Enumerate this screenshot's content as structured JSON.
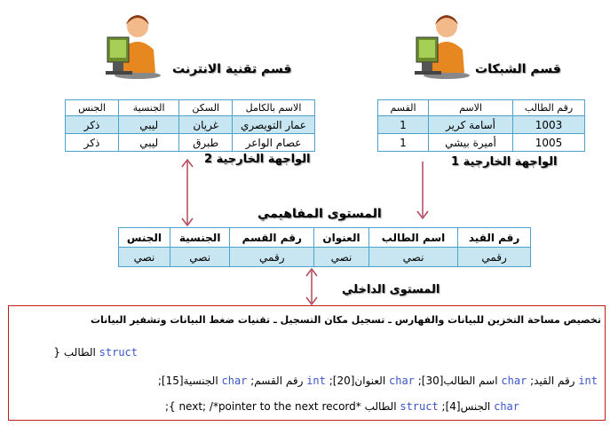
{
  "network_dept": {
    "title": "قسم الشبكات",
    "external_label": "الواجهة الخارجية 1",
    "headers": [
      "رقم الطالب",
      "الاسم",
      "القسم"
    ],
    "rows": [
      [
        "1003",
        "أسامة كرير",
        "1"
      ],
      [
        "1005",
        "أميرة بيشي",
        "1"
      ]
    ]
  },
  "internet_dept": {
    "title": "قسم تقنية الانترنت",
    "external_label": "الواجهة الخارجية 2",
    "headers": [
      "الاسم بالكامل",
      "السكن",
      "الجنسية",
      "الجنس"
    ],
    "rows": [
      [
        "عمار التويصري",
        "غريان",
        "ليبي",
        "ذكر"
      ],
      [
        "عصام الواعر",
        "طبرق",
        "ليبي",
        "ذكر"
      ]
    ]
  },
  "conceptual": {
    "title": "المستوى المفاهيمي",
    "headers": [
      "رقم القيد",
      "اسم الطالب",
      "العنوان",
      "رقم القسم",
      "الجنسية",
      "الجنس"
    ],
    "types": [
      "رقمي",
      "نصي",
      "نصي",
      "رقمي",
      "نصي",
      "نصي"
    ]
  },
  "internal": {
    "title": "المستوى الداخلي",
    "line1": "تخصيص مساحة التخزين للبيانات والفهارس ـ تسجيل مكان التسجيل ـ تقنيات ضغط البيانات وتشفير البيانات",
    "struct_kw": "struct",
    "struct_name": "الطالب",
    "open_brace": "{",
    "f1_kw": "int",
    "f1_name": "رقم القيد;",
    "f2_kw": "char",
    "f2_name": "اسم الطالب[30];",
    "f3_kw": "char",
    "f3_name": "العنوان[20];",
    "f4_kw": "int",
    "f4_name": "رقم القسم;",
    "f5_kw": "char",
    "f5_name": "الجنسية[15];",
    "f6_kw": "char",
    "f6_name": "الجنس[4];",
    "f7_kw": "struct",
    "f7_name": "الطالب *next; /*pointer to the next record };"
  },
  "colors": {
    "table_border": "#4aa3c8",
    "row_fill": "#c8e6f2",
    "arrow": "#b0485a",
    "box_border": "#c21b1b",
    "keyword": "#3a55c9"
  },
  "icons": [
    "user-at-computer-icon",
    "user-at-computer-icon"
  ]
}
